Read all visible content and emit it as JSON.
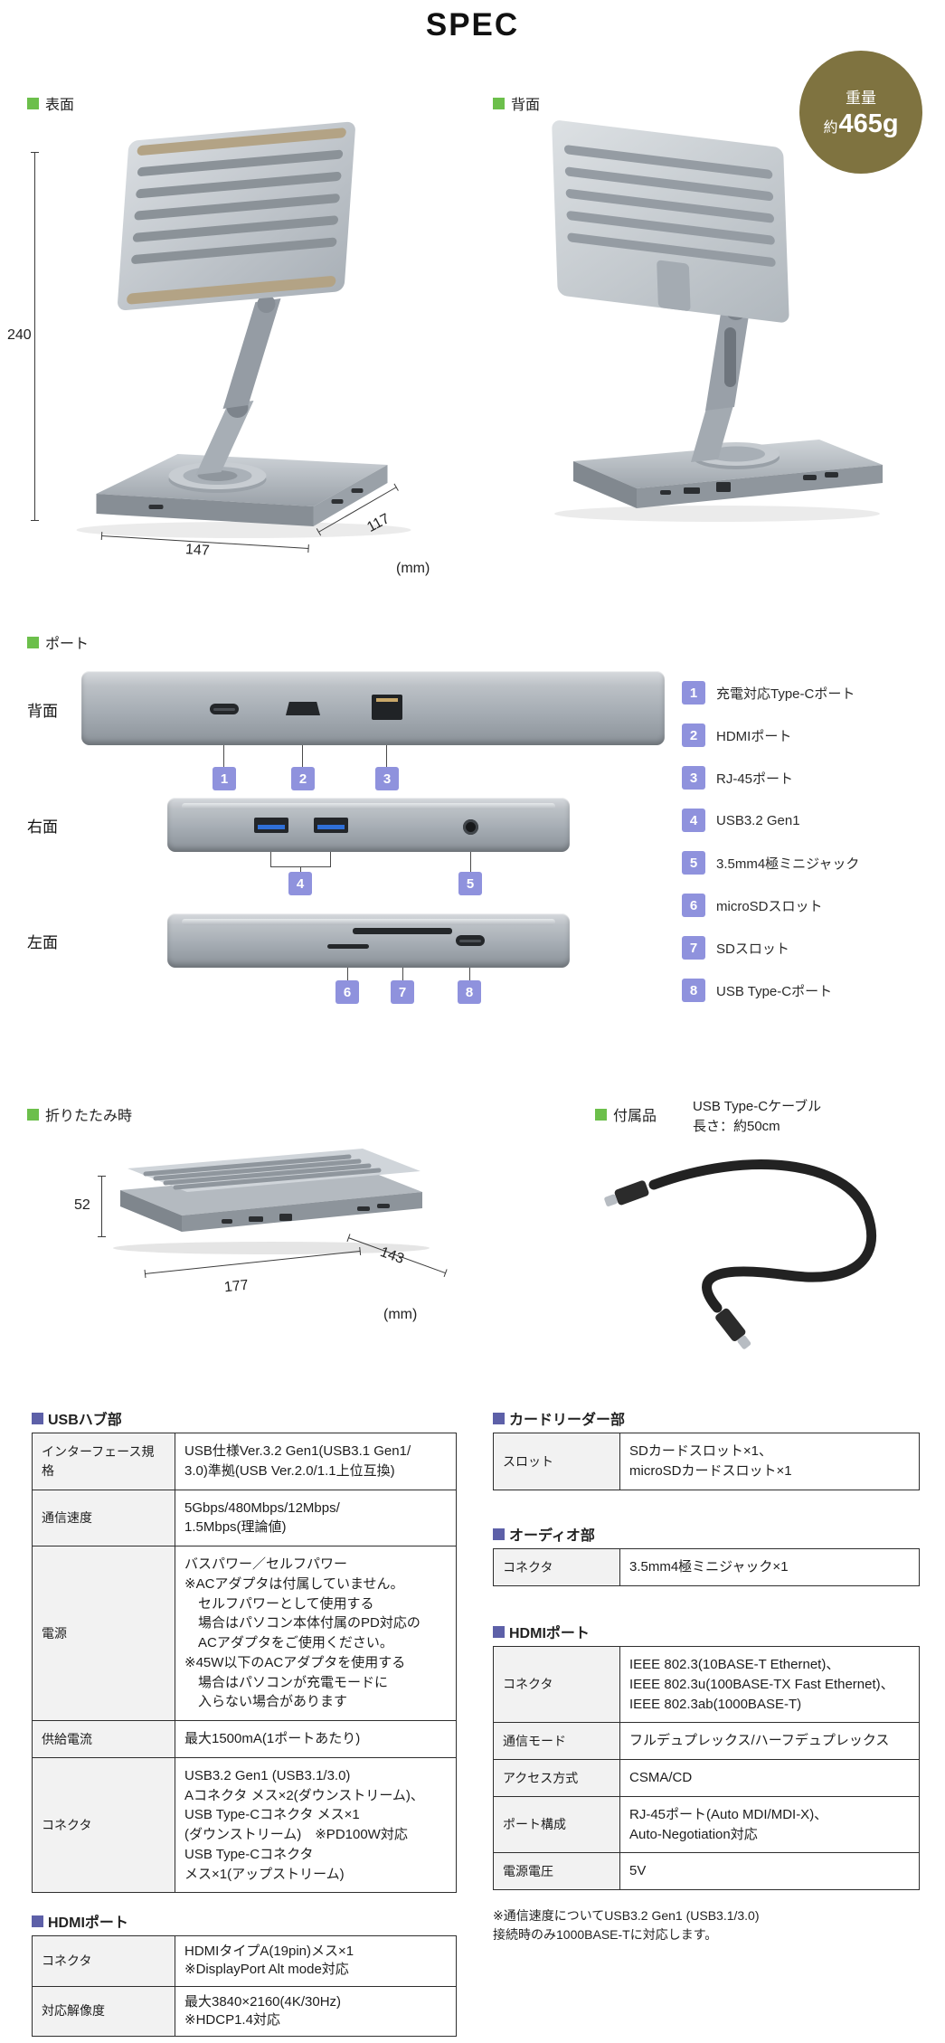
{
  "title": "SPEC",
  "colors": {
    "section_marker": "#6cbf4b",
    "table_marker": "#5d60a8",
    "port_badge": "#8f92dd",
    "weight_badge": "#7f7340"
  },
  "surface": {
    "label": "表面"
  },
  "backview": {
    "label": "背面",
    "weight_label": "重量",
    "weight_prefix": "約",
    "weight_value": "465g"
  },
  "front_dims": {
    "h": "240",
    "d": "147",
    "w": "117",
    "unit": "(mm)"
  },
  "ports": {
    "header": "ポート",
    "back_label": "背面",
    "right_label": "右面",
    "left_label": "左面",
    "legend": [
      {
        "num": "1",
        "label": "充電対応Type-Cポート"
      },
      {
        "num": "2",
        "label": "HDMIポート"
      },
      {
        "num": "3",
        "label": "RJ-45ポート"
      },
      {
        "num": "4",
        "label": "USB3.2 Gen1"
      },
      {
        "num": "5",
        "label": "3.5mm4極ミニジャック"
      },
      {
        "num": "6",
        "label": "microSDスロット"
      },
      {
        "num": "7",
        "label": "SDスロット"
      },
      {
        "num": "8",
        "label": "USB Type-Cポート"
      }
    ]
  },
  "folded": {
    "header": "折りたたみ時",
    "h": "52",
    "d": "177",
    "w": "143",
    "unit": "(mm)"
  },
  "accessory": {
    "header": "付属品",
    "line1": "USB Type-Cケーブル",
    "line2": "長さ：約50cm"
  },
  "tables": {
    "usb_hub": {
      "title": "USBハブ部",
      "rows": [
        {
          "label": "インターフェース規格",
          "value": "USB仕様Ver.3.2 Gen1(USB3.1 Gen1/\n3.0)準拠(USB Ver.2.0/1.1上位互換)"
        },
        {
          "label": "通信速度",
          "value": "5Gbps/480Mbps/12Mbps/\n1.5Mbps(理論値)"
        },
        {
          "label": "電源",
          "value": "バスパワー／セルフパワー\n※ACアダプタは付属していません。\n　セルフパワーとして使用する\n　場合はパソコン本体付属のPD対応の\n　ACアダプタをご使用ください。\n※45W以下のACアダプタを使用する\n　場合はパソコンが充電モードに\n　入らない場合があります"
        },
        {
          "label": "供給電流",
          "value": "最大1500mA(1ポートあたり)"
        },
        {
          "label": "コネクタ",
          "value": "USB3.2 Gen1 (USB3.1/3.0)\nAコネクタ メス×2(ダウンストリーム)、\nUSB Type-Cコネクタ メス×1\n(ダウンストリーム)　※PD100W対応\nUSB Type-Cコネクタ\nメス×1(アップストリーム)"
        }
      ]
    },
    "hdmi": {
      "title": "HDMIポート",
      "rows": [
        {
          "label": "コネクタ",
          "value": "HDMIタイプA(19pin)メス×1\n※DisplayPort Alt mode対応"
        },
        {
          "label": "対応解像度",
          "value": "最大3840×2160(4K/30Hz)\n※HDCP1.4対応"
        }
      ]
    },
    "card_reader": {
      "title": "カードリーダー部",
      "rows": [
        {
          "label": "スロット",
          "value": "SDカードスロット×1、\nmicroSDカードスロット×1"
        }
      ]
    },
    "audio": {
      "title": "オーディオ部",
      "rows": [
        {
          "label": "コネクタ",
          "value": "3.5mm4極ミニジャック×1"
        }
      ]
    },
    "lan": {
      "title": "HDMIポート",
      "rows": [
        {
          "label": "コネクタ",
          "value": "IEEE 802.3(10BASE-T Ethernet)、\nIEEE 802.3u(100BASE-TX Fast Ethernet)、\nIEEE 802.3ab(1000BASE-T)"
        },
        {
          "label": "通信モード",
          "value": "フルデュプレックス/ハーフデュプレックス"
        },
        {
          "label": "アクセス方式",
          "value": "CSMA/CD"
        },
        {
          "label": "ポート構成",
          "value": "RJ-45ポート(Auto MDI/MDI-X)、\nAuto-Negotiation対応"
        },
        {
          "label": "電源電圧",
          "value": "5V"
        }
      ]
    },
    "footnote": "※通信速度についてUSB3.2 Gen1 (USB3.1/3.0)\n接続時のみ1000BASE-Tに対応します。"
  }
}
